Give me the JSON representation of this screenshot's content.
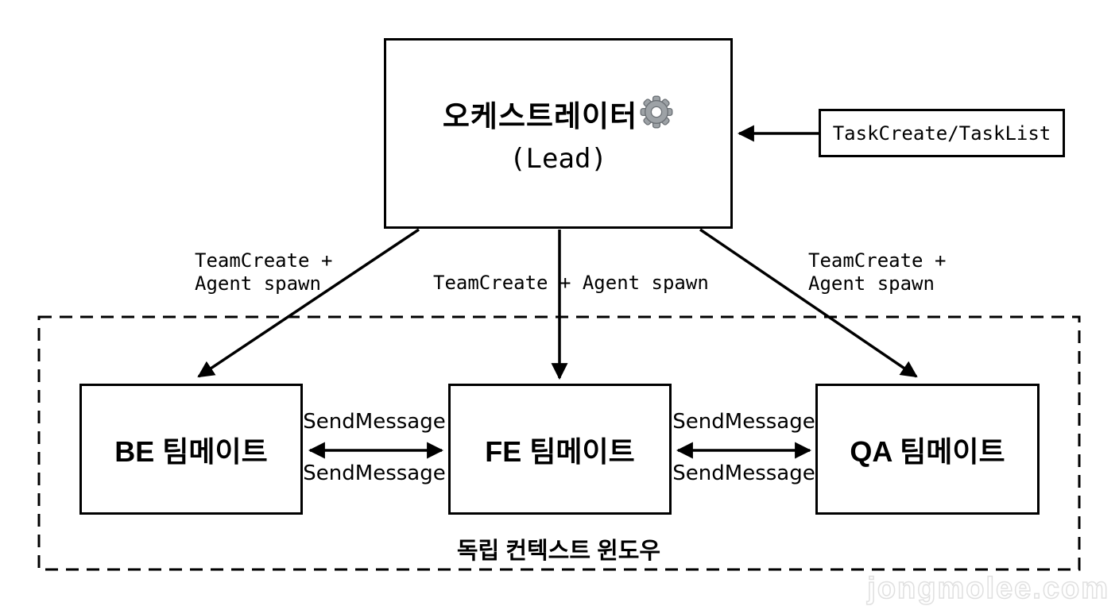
{
  "diagram": {
    "orchestrator": {
      "title": "오케스트레이터",
      "subtitle": "(Lead)"
    },
    "task_box": {
      "label": "TaskCreate/TaskList"
    },
    "spawn_labels": {
      "left": {
        "line1": "TeamCreate +",
        "line2": "Agent spawn"
      },
      "middle": {
        "line1": "TeamCreate + Agent spawn"
      },
      "right": {
        "line1": "TeamCreate +",
        "line2": "Agent spawn"
      }
    },
    "teammates": [
      {
        "label": "BE 팀메이트"
      },
      {
        "label": "FE 팀메이트"
      },
      {
        "label": "QA 팀메이트"
      }
    ],
    "send_message": {
      "label": "SendMessage"
    },
    "container_label": "독립 컨텍스트 윈도우",
    "watermark": "jongmolee.com",
    "colors": {
      "line": "#000000",
      "background": "#ffffff",
      "gear_body": "#9da2a6",
      "gear_outline": "#6b7075",
      "watermark_outline": "#e0e0e0"
    }
  }
}
